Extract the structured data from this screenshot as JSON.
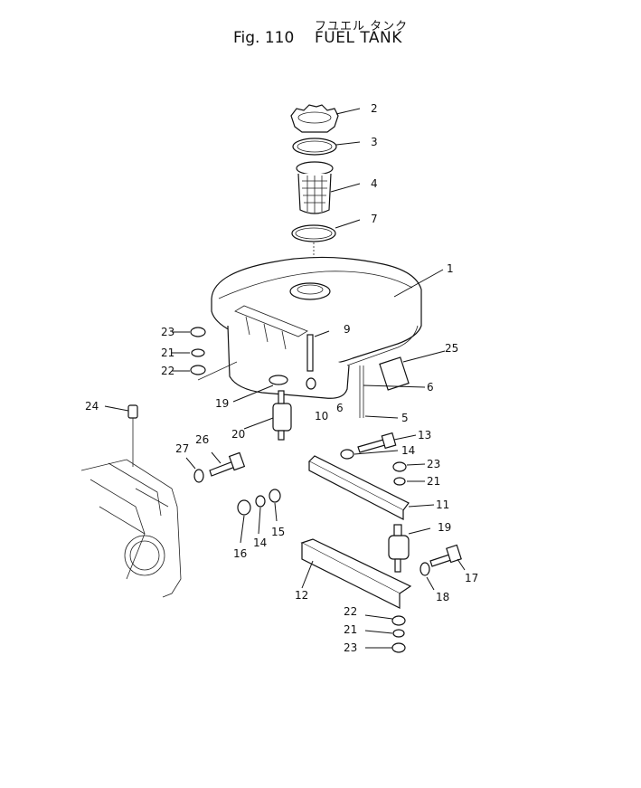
{
  "header": {
    "title_jp": "フユエル タンク",
    "fig": "Fig. 110",
    "name": "FUEL TANK"
  },
  "callouts": {
    "c1": "1",
    "c2": "2",
    "c3": "3",
    "c4": "4",
    "c5": "5",
    "c6a": "6",
    "c6b": "6",
    "c7": "7",
    "c9": "9",
    "c10": "10",
    "c11": "11",
    "c12": "12",
    "c13": "13",
    "c14a": "14",
    "c14b": "14",
    "c15": "15",
    "c16": "16",
    "c17": "17",
    "c18": "18",
    "c19a": "19",
    "c19b": "19",
    "c20": "20",
    "c21a": "21",
    "c21b": "21",
    "c21c": "21",
    "c22a": "22",
    "c22b": "22",
    "c23a": "23",
    "c23b": "23",
    "c23c": "23",
    "c24": "24",
    "c25": "25",
    "c26": "26",
    "c27": "27"
  }
}
